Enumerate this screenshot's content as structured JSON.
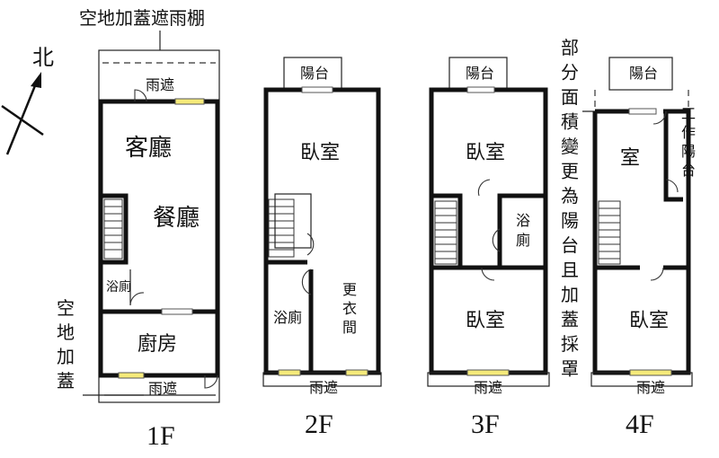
{
  "notes": {
    "top": "空地加蓋遮雨棚",
    "left": [
      "空",
      "地",
      "加",
      "蓋"
    ],
    "right": [
      "部",
      "分",
      "面",
      "積",
      "變",
      "更",
      "為",
      "陽",
      "台",
      "且",
      "加",
      "蓋",
      "採",
      "罩"
    ]
  },
  "compass": {
    "north_label": "北"
  },
  "floors": {
    "f1": {
      "label": "1F",
      "rooms": {
        "canopy_top": "雨遮",
        "living": "客廳",
        "dining": "餐廳",
        "bath": "浴廁",
        "kitchen": "廚房",
        "canopy_bottom": "雨遮"
      }
    },
    "f2": {
      "label": "2F",
      "rooms": {
        "balcony": "陽台",
        "bedroom": "臥室",
        "bath": "浴廁",
        "closet": [
          "更",
          "衣",
          "間"
        ],
        "canopy": "雨遮"
      }
    },
    "f3": {
      "label": "3F",
      "rooms": {
        "balcony": "陽台",
        "bedroom_top": "臥室",
        "bath": [
          "浴",
          "廁"
        ],
        "bedroom_bottom": "臥室",
        "canopy": "雨遮"
      }
    },
    "f4": {
      "label": "4F",
      "rooms": {
        "balcony": "陽台",
        "room": "室",
        "work_balcony": [
          "工",
          "作",
          "陽",
          "台"
        ],
        "bedroom": "臥室",
        "canopy": "雨遮"
      }
    }
  }
}
